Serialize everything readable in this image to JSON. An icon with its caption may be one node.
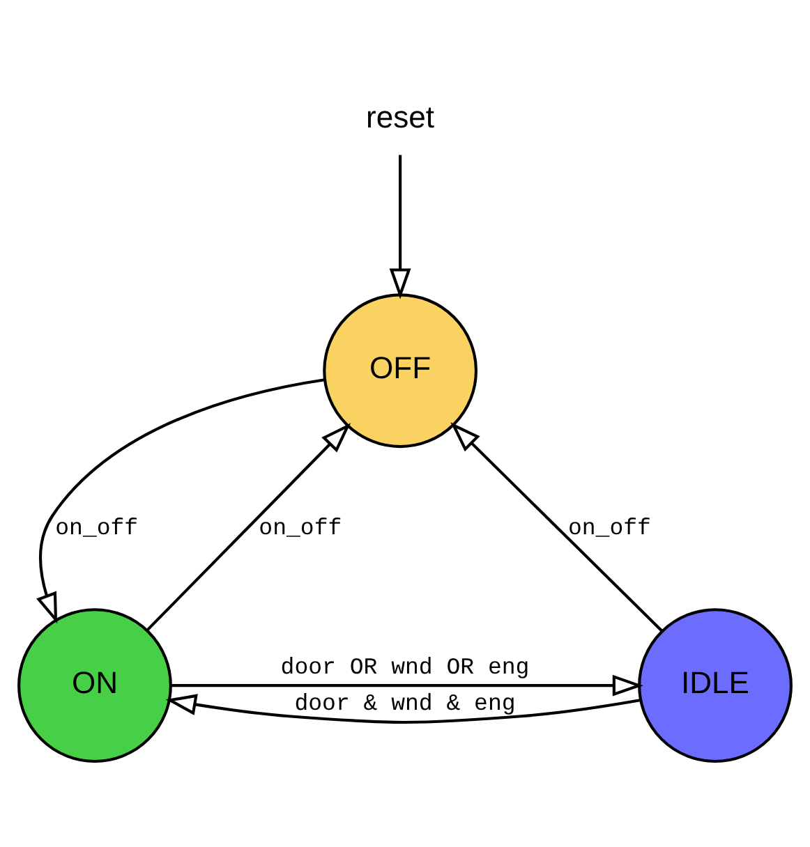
{
  "diagram": {
    "nodes": [
      {
        "text": [
          "reset"
        ]
      },
      {
        "text": [
          "OFF"
        ]
      },
      {
        "text": [
          "ON"
        ]
      },
      {
        "text": [
          "IDLE"
        ]
      }
    ],
    "edges": [
      {
        "from": 0,
        "to": 1,
        "arrow": "to"
      },
      {
        "from": 1,
        "to": 2,
        "arrow": "to",
        "label": "on_off"
      },
      {
        "from": 2,
        "to": 1,
        "arrow": "to",
        "label": "on_off"
      },
      {
        "from": 3,
        "to": 1,
        "arrow": "to",
        "label": "on_off"
      },
      {
        "from": 3,
        "to": 2,
        "arrow": "to",
        "label": "door & wnd & eng"
      },
      {
        "from": 2,
        "to": 3,
        "arrow": "to",
        "label": "door OR wnd OR eng"
      }
    ]
  }
}
